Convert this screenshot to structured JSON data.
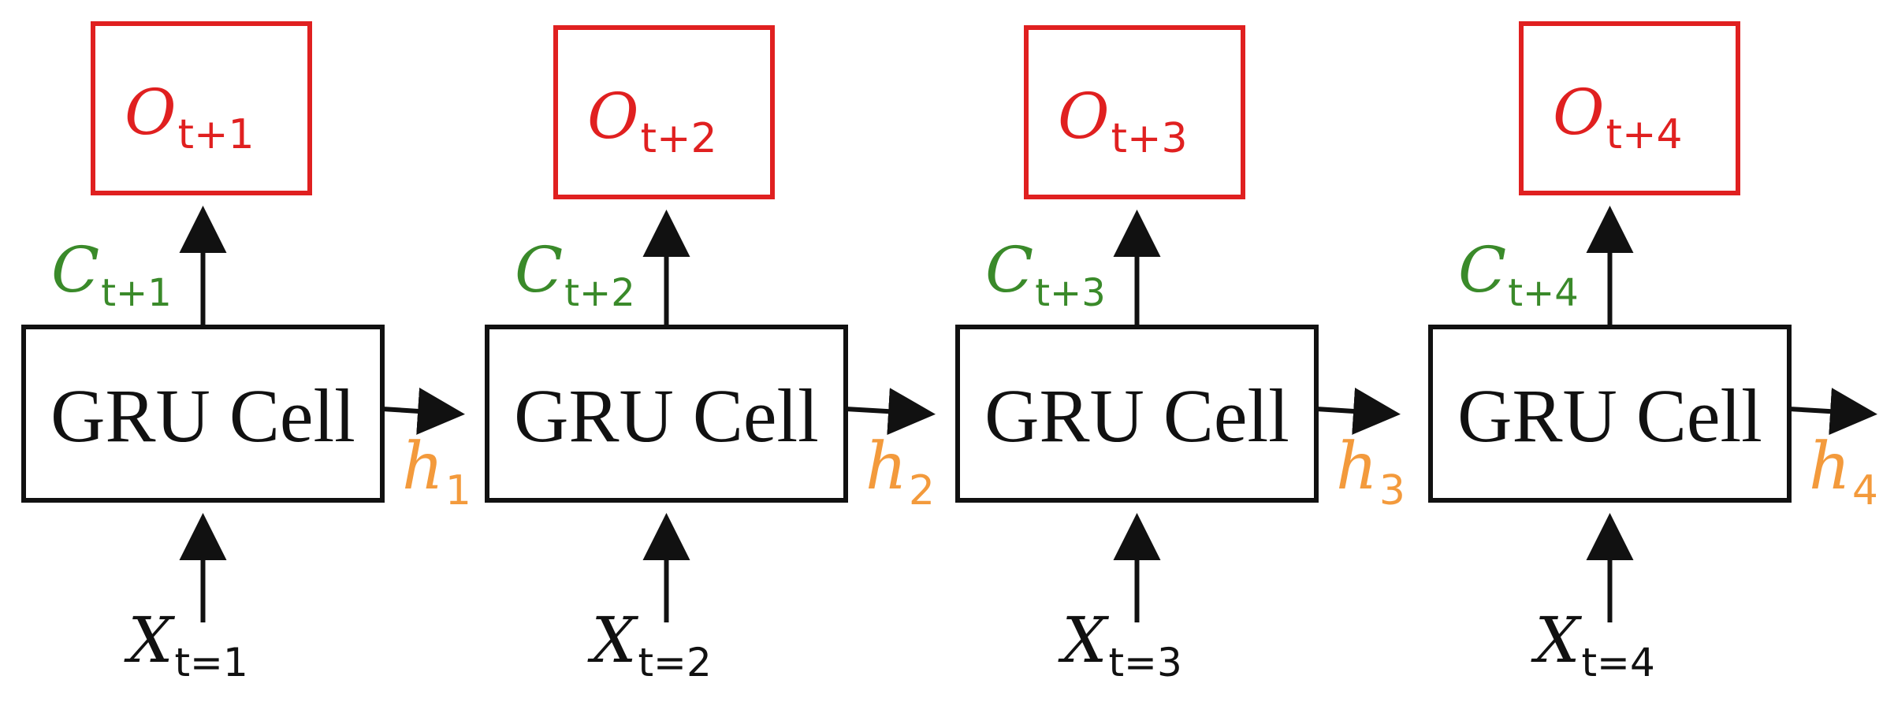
{
  "colors": {
    "output": "#e02020",
    "context": "#3a8a2a",
    "hidden": "#f39a3c",
    "stroke": "#111111"
  },
  "steps": [
    {
      "cell_label": "GRU Cell",
      "output_var": "O",
      "output_sub": "t+1",
      "context_var": "C",
      "context_sub": "t+1",
      "hidden_var": "h",
      "hidden_sub": "1",
      "input_var": "X",
      "input_sub": "t=1"
    },
    {
      "cell_label": "GRU Cell",
      "output_var": "O",
      "output_sub": "t+2",
      "context_var": "C",
      "context_sub": "t+2",
      "hidden_var": "h",
      "hidden_sub": "2",
      "input_var": "X",
      "input_sub": "t=2"
    },
    {
      "cell_label": "GRU Cell",
      "output_var": "O",
      "output_sub": "t+3",
      "context_var": "C",
      "context_sub": "t+3",
      "hidden_var": "h",
      "hidden_sub": "3",
      "input_var": "X",
      "input_sub": "t=3"
    },
    {
      "cell_label": "GRU Cell",
      "output_var": "O",
      "output_sub": "t+4",
      "context_var": "C",
      "context_sub": "t+4",
      "hidden_var": "h",
      "hidden_sub": "4",
      "input_var": "X",
      "input_sub": "t=4"
    }
  ]
}
